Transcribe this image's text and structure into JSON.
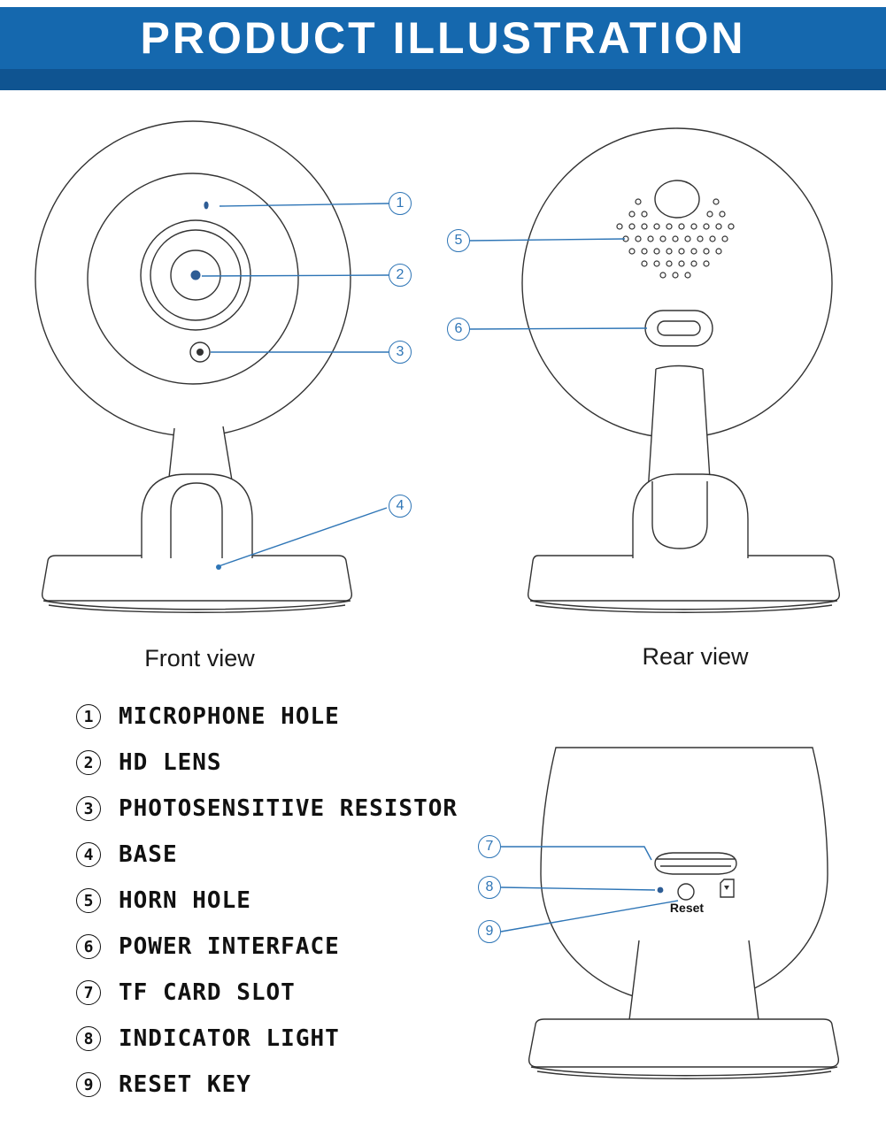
{
  "header": {
    "title": "PRODUCT ILLUSTRATION"
  },
  "views": {
    "front": {
      "caption": "Front view"
    },
    "rear": {
      "caption": "Rear view"
    },
    "bottom": {
      "reset_label": "Reset"
    }
  },
  "callouts": [
    "1",
    "2",
    "3",
    "4",
    "5",
    "6",
    "7",
    "8",
    "9"
  ],
  "legend": {
    "items": [
      {
        "num": "1",
        "label": "MICROPHONE HOLE"
      },
      {
        "num": "2",
        "label": "HD LENS"
      },
      {
        "num": "3",
        "label": "PHOTOSENSITIVE RESISTOR"
      },
      {
        "num": "4",
        "label": "BASE"
      },
      {
        "num": "5",
        "label": "HORN HOLE"
      },
      {
        "num": "6",
        "label": "POWER INTERFACE"
      },
      {
        "num": "7",
        "label": "TF CARD SLOT"
      },
      {
        "num": "8",
        "label": "INDICATOR LIGHT"
      },
      {
        "num": "9",
        "label": "RESET KEY"
      }
    ]
  },
  "colors": {
    "banner_blue": "#1568ae",
    "banner_dark_stripe": "#0f5491",
    "callout_blue": "#2e75b6",
    "drawing_line": "#333333"
  }
}
